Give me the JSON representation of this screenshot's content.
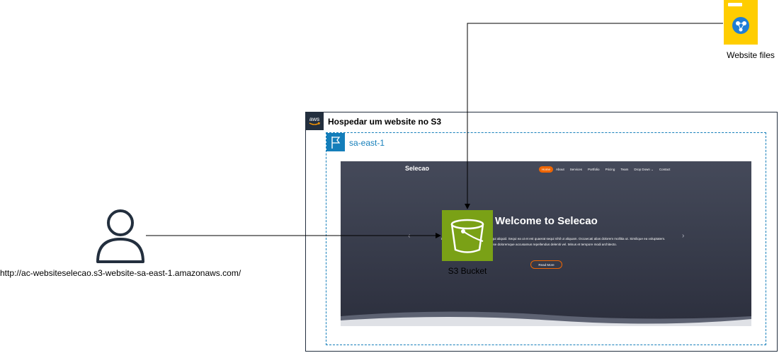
{
  "aws_group": {
    "title": "Hospedar um website no S3",
    "logo_text": "aws"
  },
  "region": {
    "label": "sa-east-1"
  },
  "website": {
    "brand": "Selecao",
    "nav": [
      "Home",
      "About",
      "Services",
      "Portfolio",
      "Pricing",
      "Team",
      "Drop Down ⌄",
      "Contact"
    ],
    "heading": "Welcome to Selecao",
    "paragraph": "Ut velit est quam dolor ad a aliquid qui aliquid. Sequi ea ut et est quaerat sequi nihil ut aliquam. Occaecati alias dolorem mollitia ut. Similique ea voluptatem. Esse doloremque accusamus repellendus deleniti vel. Minus et tempore modi architecto.",
    "button": "Read More",
    "prev_arrow": "‹",
    "next_arrow": "›"
  },
  "s3": {
    "label": "S3 Bucket"
  },
  "files": {
    "label": "Website files"
  },
  "user": {
    "url": "http://ac-websiteselecao.s3-website-sa-east-1.amazonaws.com/"
  },
  "colors": {
    "aws_dark": "#232f3e",
    "region_blue": "#147eba",
    "s3_green": "#7aa116",
    "files_yellow": "#ffcd00",
    "accent_orange": "#ef6603"
  }
}
